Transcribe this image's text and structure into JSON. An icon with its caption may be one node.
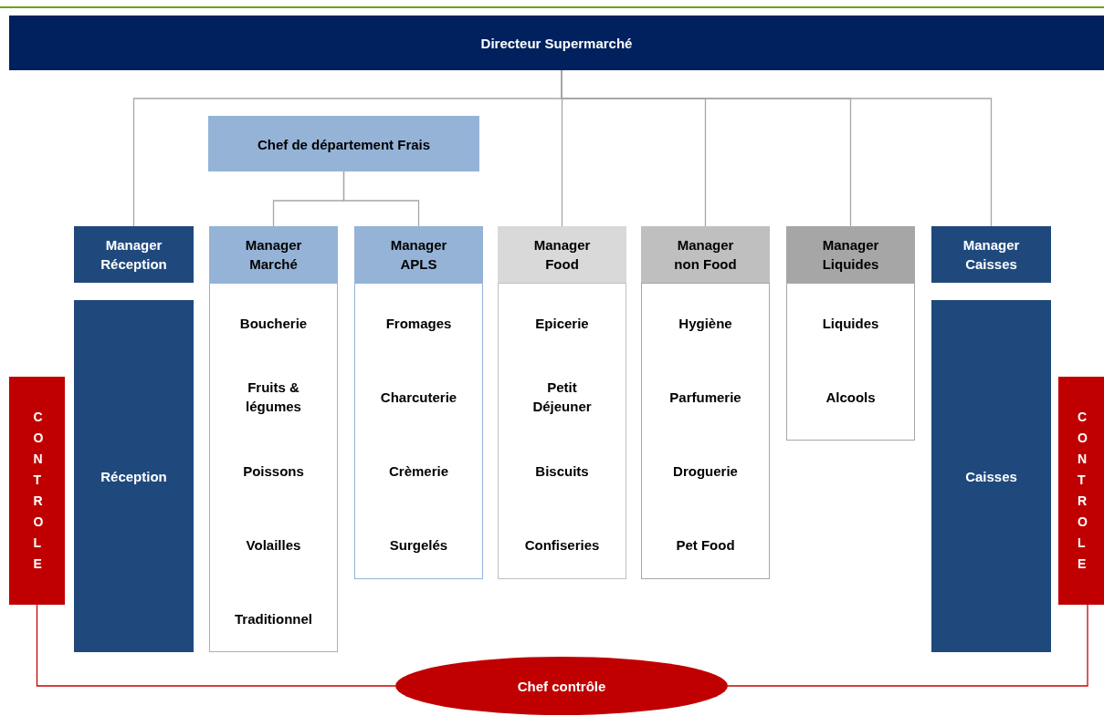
{
  "diagram": {
    "nodes": [
      {
        "text": [
          "Directeur Supermarché"
        ]
      },
      {
        "text": [
          "Chef de département Frais"
        ]
      },
      {
        "text": [
          "Manager Réception"
        ]
      },
      {
        "text": [
          "Manager Marché"
        ]
      },
      {
        "text": [
          "Manager APLS"
        ]
      },
      {
        "text": [
          "Manager Food"
        ]
      },
      {
        "text": [
          "Manager non Food"
        ]
      },
      {
        "text": [
          "Manager Liquides"
        ]
      },
      {
        "text": [
          "Manager Caisses"
        ]
      },
      {
        "text": [
          "CONTROLE"
        ]
      },
      {
        "text": [
          "Réception"
        ]
      },
      {
        "text": [
          "Boucherie",
          "Fruits & légumes",
          "Poissons",
          "Volailles",
          "Traditionnel"
        ]
      },
      {
        "text": [
          "Fromages",
          "Charcuterie",
          "Crèmerie",
          "Surgelés"
        ]
      },
      {
        "text": [
          "Epicerie",
          "Petit Déjeuner",
          "Biscuits",
          "Confiseries"
        ]
      },
      {
        "text": [
          "Hygiène",
          "Parfumerie",
          "Droguerie",
          "Pet Food"
        ]
      },
      {
        "text": [
          "Liquides",
          "Alcools"
        ]
      },
      {
        "text": [
          "Caisses"
        ]
      },
      {
        "text": [
          "CONTROLE"
        ]
      },
      {
        "text": [
          "Chef contrôle"
        ]
      }
    ],
    "edges": [
      {
        "from": 0,
        "to": 2,
        "arrow": "none"
      },
      {
        "from": 0,
        "to": 5,
        "arrow": "none"
      },
      {
        "from": 0,
        "to": 6,
        "arrow": "none"
      },
      {
        "from": 0,
        "to": 7,
        "arrow": "none"
      },
      {
        "from": 0,
        "to": 8,
        "arrow": "none"
      },
      {
        "from": 1,
        "to": 3,
        "arrow": "none"
      },
      {
        "from": 1,
        "to": 4,
        "arrow": "none"
      },
      {
        "from": 9,
        "to": 18,
        "arrow": "none",
        "color": "#cc0000"
      },
      {
        "from": 17,
        "to": 18,
        "arrow": "none",
        "color": "#cc0000"
      }
    ]
  }
}
